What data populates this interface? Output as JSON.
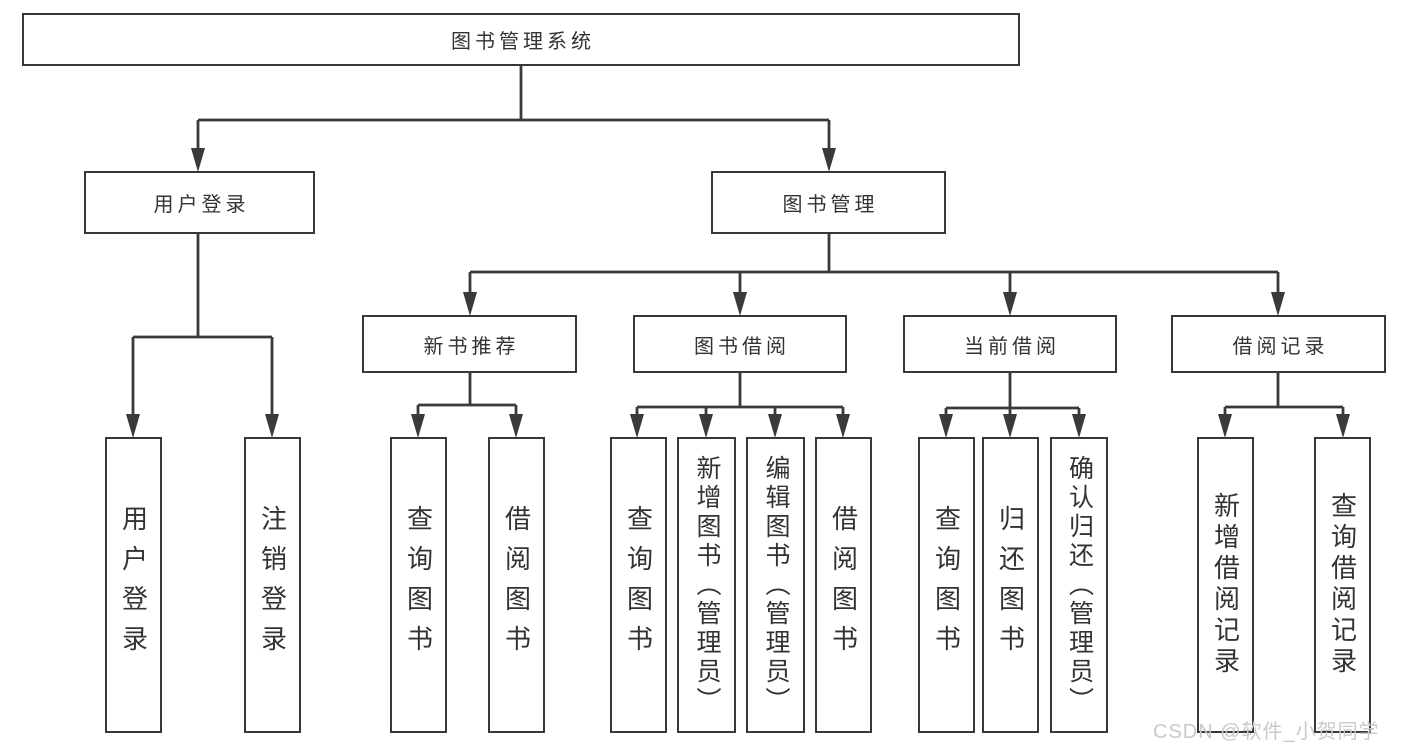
{
  "diagram": {
    "title": "图书管理系统",
    "root": {
      "label": "图书管理系统"
    },
    "level2": [
      {
        "id": "user-login",
        "label": "用户登录"
      },
      {
        "id": "book-management",
        "label": "图书管理"
      }
    ],
    "level3": [
      {
        "id": "new-book-recommend",
        "label": "新书推荐",
        "parent": "图书管理"
      },
      {
        "id": "book-borrow",
        "label": "图书借阅",
        "parent": "图书管理"
      },
      {
        "id": "current-borrow",
        "label": "当前借阅",
        "parent": "图书管理"
      },
      {
        "id": "borrow-records",
        "label": "借阅记录",
        "parent": "图书管理"
      }
    ],
    "level4": [
      {
        "id": "leaf-user-login",
        "label": "用户登录",
        "parent": "用户登录"
      },
      {
        "id": "leaf-logout",
        "label": "注销登录",
        "parent": "用户登录"
      },
      {
        "id": "leaf-query-book-1",
        "label": "查询图书",
        "parent": "新书推荐"
      },
      {
        "id": "leaf-borrow-book-1",
        "label": "借阅图书",
        "parent": "新书推荐"
      },
      {
        "id": "leaf-query-book-2",
        "label": "查询图书",
        "parent": "图书借阅"
      },
      {
        "id": "leaf-add-book",
        "label": "新增图书（管理员）",
        "parent": "图书借阅"
      },
      {
        "id": "leaf-edit-book",
        "label": "编辑图书（管理员）",
        "parent": "图书借阅"
      },
      {
        "id": "leaf-borrow-book-2",
        "label": "借阅图书",
        "parent": "图书借阅"
      },
      {
        "id": "leaf-query-book-3",
        "label": "查询图书",
        "parent": "当前借阅"
      },
      {
        "id": "leaf-return-book",
        "label": "归还图书",
        "parent": "当前借阅"
      },
      {
        "id": "leaf-confirm-return",
        "label": "确认归还（管理员）",
        "parent": "当前借阅"
      },
      {
        "id": "leaf-add-borrow-record",
        "label": "新增借阅记录",
        "parent": "借阅记录"
      },
      {
        "id": "leaf-query-borrow-record",
        "label": "查询借阅记录",
        "parent": "借阅记录"
      }
    ]
  },
  "watermark": {
    "text": "CSDN @软件_小贺同学"
  },
  "colors": {
    "line": "#3a3a3a",
    "border": "#383838",
    "text": "#333333",
    "background": "#ffffff",
    "watermark": "#c9c9c9"
  }
}
